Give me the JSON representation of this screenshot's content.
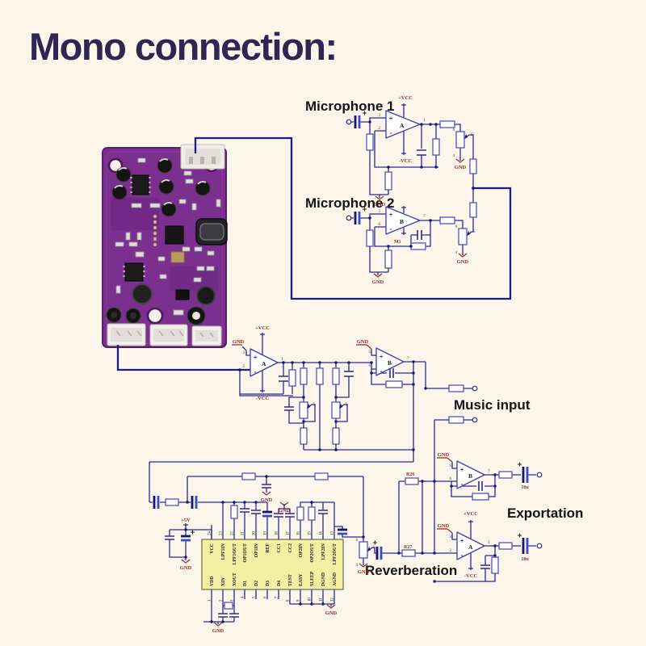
{
  "title": "Mono connection:",
  "sections": {
    "mic1": {
      "label": "Microphone 1"
    },
    "mic2": {
      "label": "Microphone 2"
    },
    "music": {
      "label": "Music input"
    },
    "export": {
      "label": "Exportation"
    },
    "reverb": {
      "label": "Reverberation"
    }
  },
  "symbols": {
    "gnd": "GND",
    "vcc_pos": "+VCC",
    "vcc_neg": "-VCC",
    "v5": "+5V"
  },
  "refs": {
    "r26": "R26",
    "r27": "R27",
    "m1": "M1",
    "c10u": "10u",
    "pot_wiper": "5",
    "pot_top": "6",
    "pot_bottom": "4"
  },
  "opamps": {
    "a": "A",
    "b": "B"
  },
  "pins": {
    "p1": "1",
    "p2": "2",
    "p3": "3",
    "p5": "5",
    "p6": "6",
    "p7": "7"
  },
  "ic": {
    "top_pins": [
      {
        "num": "24",
        "name": "VCC"
      },
      {
        "num": "23",
        "name": "LPF1IN"
      },
      {
        "num": "22",
        "name": "LPF1OUT"
      },
      {
        "num": "21",
        "name": "OP1OUT"
      },
      {
        "num": "20",
        "name": "OP1IN"
      },
      {
        "num": "19",
        "name": "REF"
      },
      {
        "num": "18",
        "name": "CC1"
      },
      {
        "num": "17",
        "name": "CC2"
      },
      {
        "num": "16",
        "name": "OP2IN"
      },
      {
        "num": "15",
        "name": "OP2OUT"
      },
      {
        "num": "14",
        "name": "LPF2IN"
      },
      {
        "num": "13",
        "name": "LPF2OUT"
      }
    ],
    "bottom_pins": [
      {
        "num": "1",
        "name": "VDD"
      },
      {
        "num": "2",
        "name": "XIN"
      },
      {
        "num": "3",
        "name": "XOUT"
      },
      {
        "num": "4",
        "name": "D1"
      },
      {
        "num": "5",
        "name": "D2"
      },
      {
        "num": "6",
        "name": "D3"
      },
      {
        "num": "7",
        "name": "D4"
      },
      {
        "num": "8",
        "name": "TEST"
      },
      {
        "num": "9",
        "name": "EASY"
      },
      {
        "num": "10",
        "name": "SLEEP"
      },
      {
        "num": "11",
        "name": "DGND"
      },
      {
        "num": "12",
        "name": "AGND"
      }
    ]
  },
  "colors": {
    "background": "#fbf5ea",
    "title": "#2d2751",
    "wire": "#2a2a96",
    "component": "#4646b4",
    "label_red": "#9b2626",
    "board_purple": "#7b2f8f",
    "ic_yellow": "#f5efa3"
  }
}
